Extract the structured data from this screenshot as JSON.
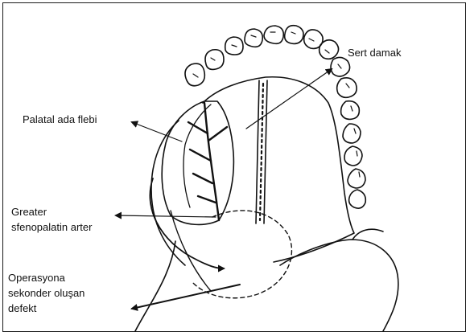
{
  "labels": {
    "sert_damak": "Sert damak",
    "palatal_ada_flebi": "Palatal ada flebi",
    "greater_line1": "Greater",
    "greater_line2": "sfenopalatin arter",
    "defekt_line1": "Operasyona",
    "defekt_line2": "sekonder oluşan",
    "defekt_line3": "defekt"
  },
  "colors": {
    "ink": "#111111",
    "background": "#ffffff"
  }
}
